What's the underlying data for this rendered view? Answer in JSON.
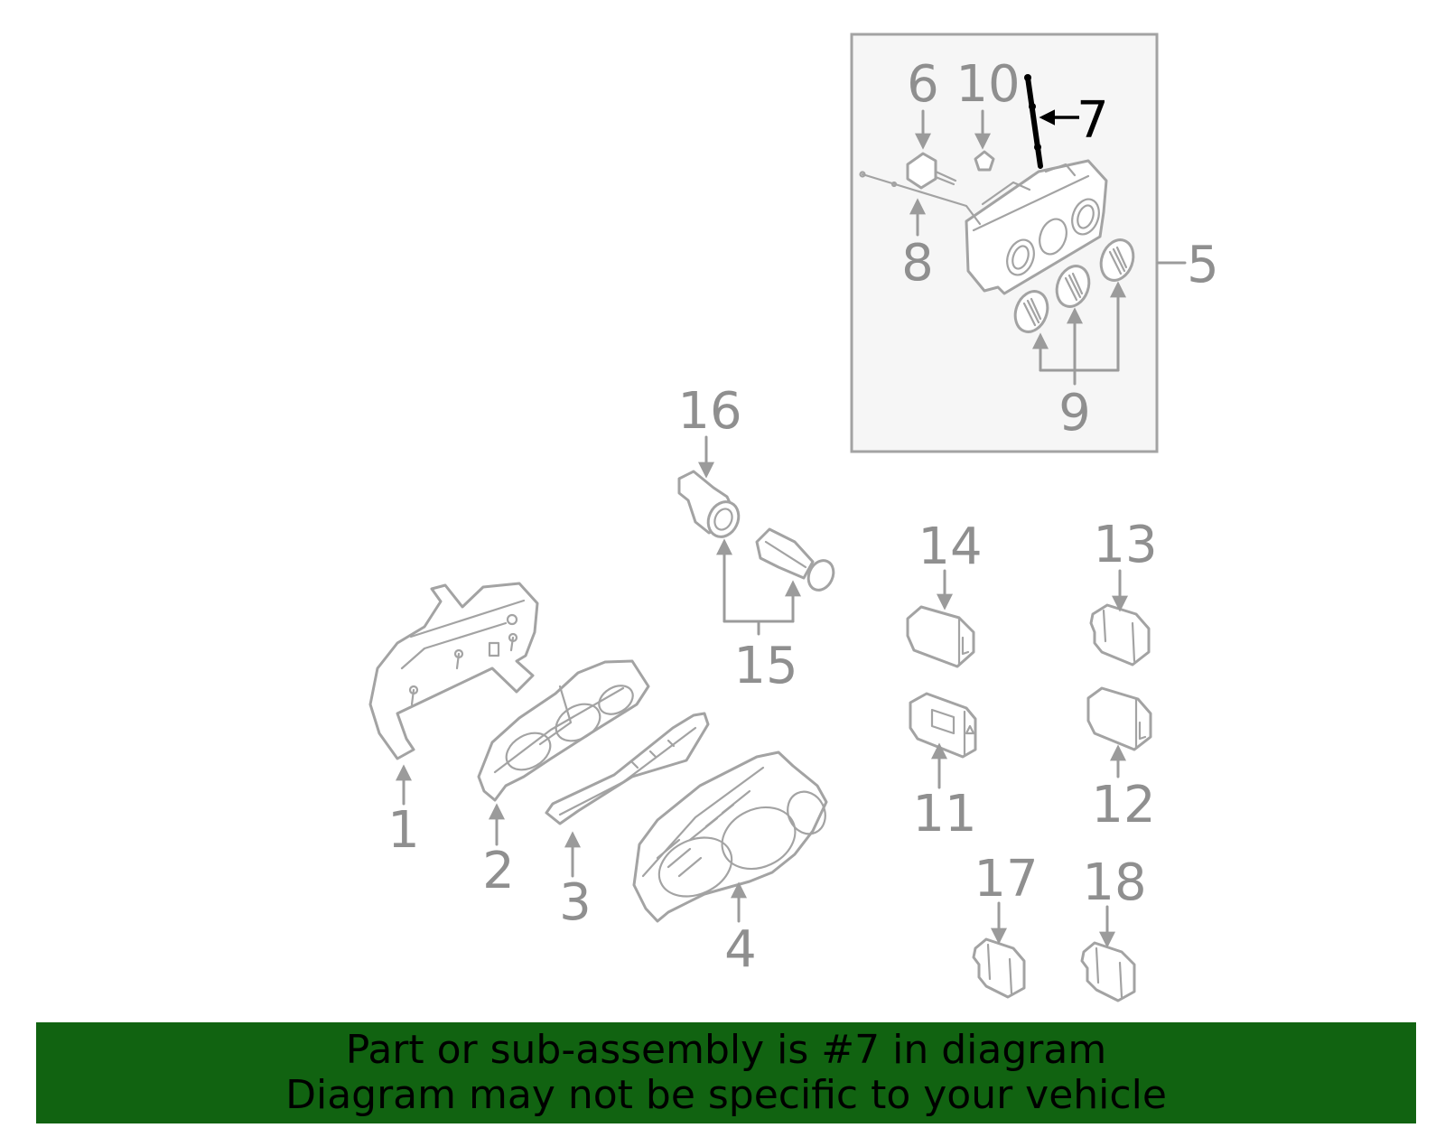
{
  "diagram": {
    "callouts": [
      "1",
      "2",
      "3",
      "4",
      "5",
      "6",
      "7",
      "8",
      "9",
      "10",
      "11",
      "12",
      "13",
      "14",
      "15",
      "16",
      "17",
      "18"
    ],
    "highlighted_part": "7"
  },
  "banner": {
    "line1": "Part or sub-assembly is #7 in diagram",
    "line2": "Diagram may not be specific to your vehicle",
    "background": "#116311",
    "text_color": "#000000"
  },
  "colors": {
    "line_art": "#a3a3a3",
    "callout_text": "#8f8f8f",
    "highlight": "#000000",
    "inset_background": "#f6f6f6"
  }
}
